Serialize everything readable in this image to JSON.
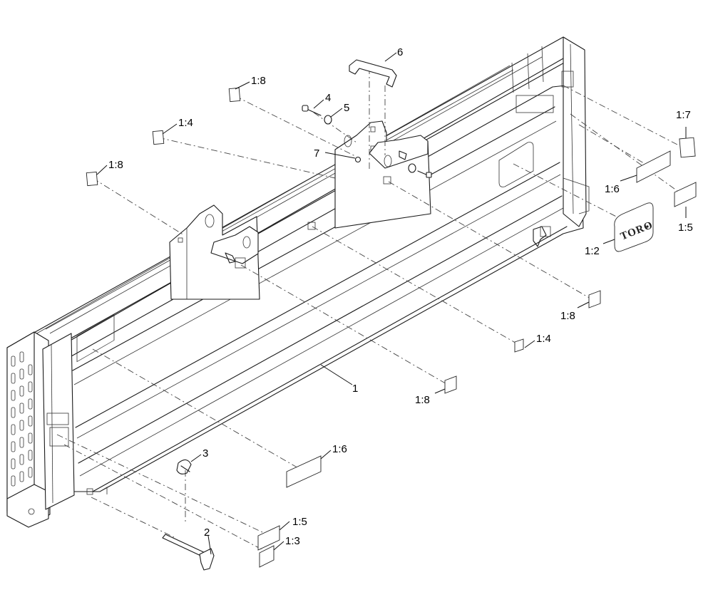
{
  "diagram": {
    "callouts": {
      "frame": "1",
      "hitch_pin": "2",
      "lynch_pin": "3",
      "bolt": "4",
      "washer": "5",
      "handle": "6",
      "nut": "7",
      "decal_logo": "1:2",
      "decal_lower_3": "1:3",
      "decal_upper_left_4": "1:4",
      "decal_mid_4": "1:4",
      "decal_right_5": "1:5",
      "decal_lower_5": "1:5",
      "decal_right_6": "1:6",
      "decal_lower_6": "1:6",
      "decal_right_7": "1:7",
      "decal_top_8": "1:8",
      "decal_left_8": "1:8",
      "decal_mid_right_8": "1:8",
      "decal_mid_8": "1:8"
    },
    "logo_text": "TORO"
  }
}
